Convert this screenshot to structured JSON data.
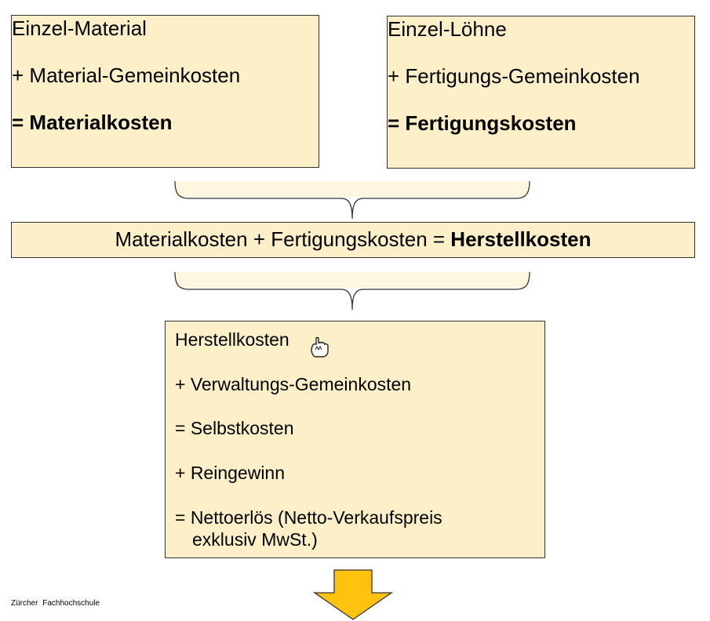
{
  "material_box": {
    "line1": "Einzel-Material",
    "line2": "+ Material-Gemeinkosten",
    "line3": "= Materialkosten"
  },
  "loehne_box": {
    "line1": "Einzel-Löhne",
    "line2": "+ Fertigungs-Gemeinkosten",
    "line3": "= Fertigungskosten"
  },
  "herstell_box": {
    "text": "Materialkosten + Fertigungskosten = ",
    "bold": "Herstellkosten"
  },
  "selbst_box": {
    "line1": "Herstellkosten",
    "line2": "+ Verwaltungs-Gemeinkosten",
    "line3": "= Selbstkosten",
    "line4": "+ Reingewinn",
    "line5a": "= Nettoerlös (Netto-Verkaufspreis",
    "line5b": "exklusiv MwSt.)"
  },
  "footer": "Zürcher Fachhochschule",
  "colors": {
    "box_fill": "#fdf0c8",
    "arrow_fill": "#ffc20e"
  }
}
